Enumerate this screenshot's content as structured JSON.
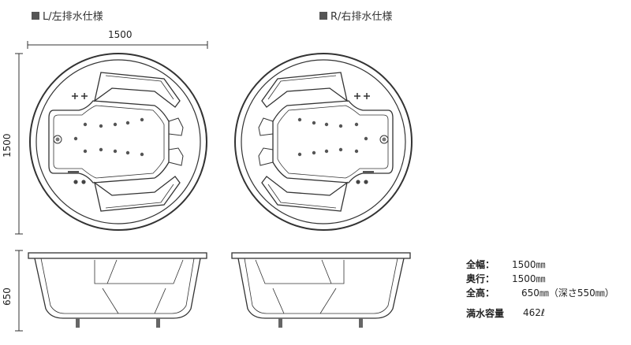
{
  "headers": {
    "left": "L/左排水仕様",
    "right": "R/右排水仕様"
  },
  "dimensions": {
    "width": "1500",
    "depth": "1500",
    "height": "650"
  },
  "specs": [
    {
      "label": "全幅：",
      "value": "1500㎜"
    },
    {
      "label": "奥行：",
      "value": "1500㎜"
    },
    {
      "label": "全高：",
      "value": "　650㎜（深さ550㎜）"
    }
  ],
  "capacity": {
    "label": "満水容量",
    "value": "462ℓ"
  },
  "colors": {
    "line": "#333333",
    "fill": "#ffffff",
    "jet": "#555555",
    "square": "#555555"
  }
}
